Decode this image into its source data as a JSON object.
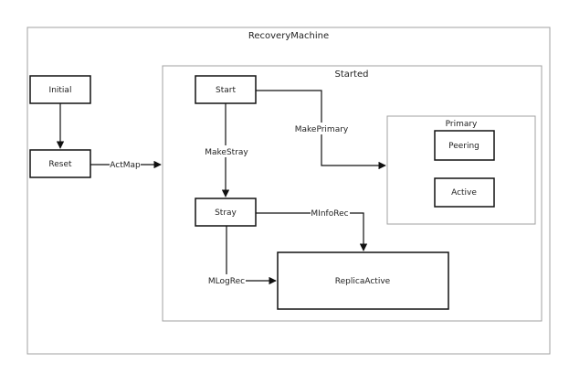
{
  "diagram": {
    "containers": {
      "recovery_machine": "RecoveryMachine",
      "started": "Started",
      "primary": "Primary"
    },
    "states": {
      "initial": "Initial",
      "reset": "Reset",
      "start": "Start",
      "stray": "Stray",
      "peering": "Peering",
      "active": "Active",
      "replica_active": "ReplicaActive"
    },
    "transitions": {
      "act_map": "ActMap",
      "make_primary": "MakePrimary",
      "make_stray": "MakeStray",
      "m_info_rec": "MInfoRec",
      "m_log_rec": "MLogRec"
    }
  }
}
